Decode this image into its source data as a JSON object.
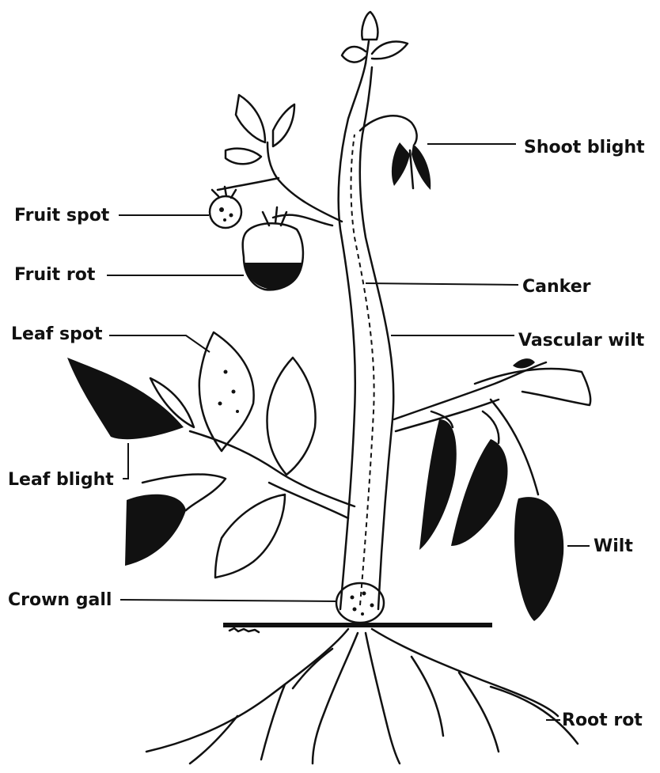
{
  "labels": {
    "shoot_blight": "Shoot blight",
    "fruit_spot": "Fruit spot",
    "fruit_rot": "Fruit rot",
    "canker": "Canker",
    "leaf_spot": "Leaf spot",
    "vascular_wilt": "Vascular wilt",
    "leaf_blight": "Leaf blight",
    "wilt": "Wilt",
    "crown_gall": "Crown gall",
    "root_rot": "Root rot"
  }
}
